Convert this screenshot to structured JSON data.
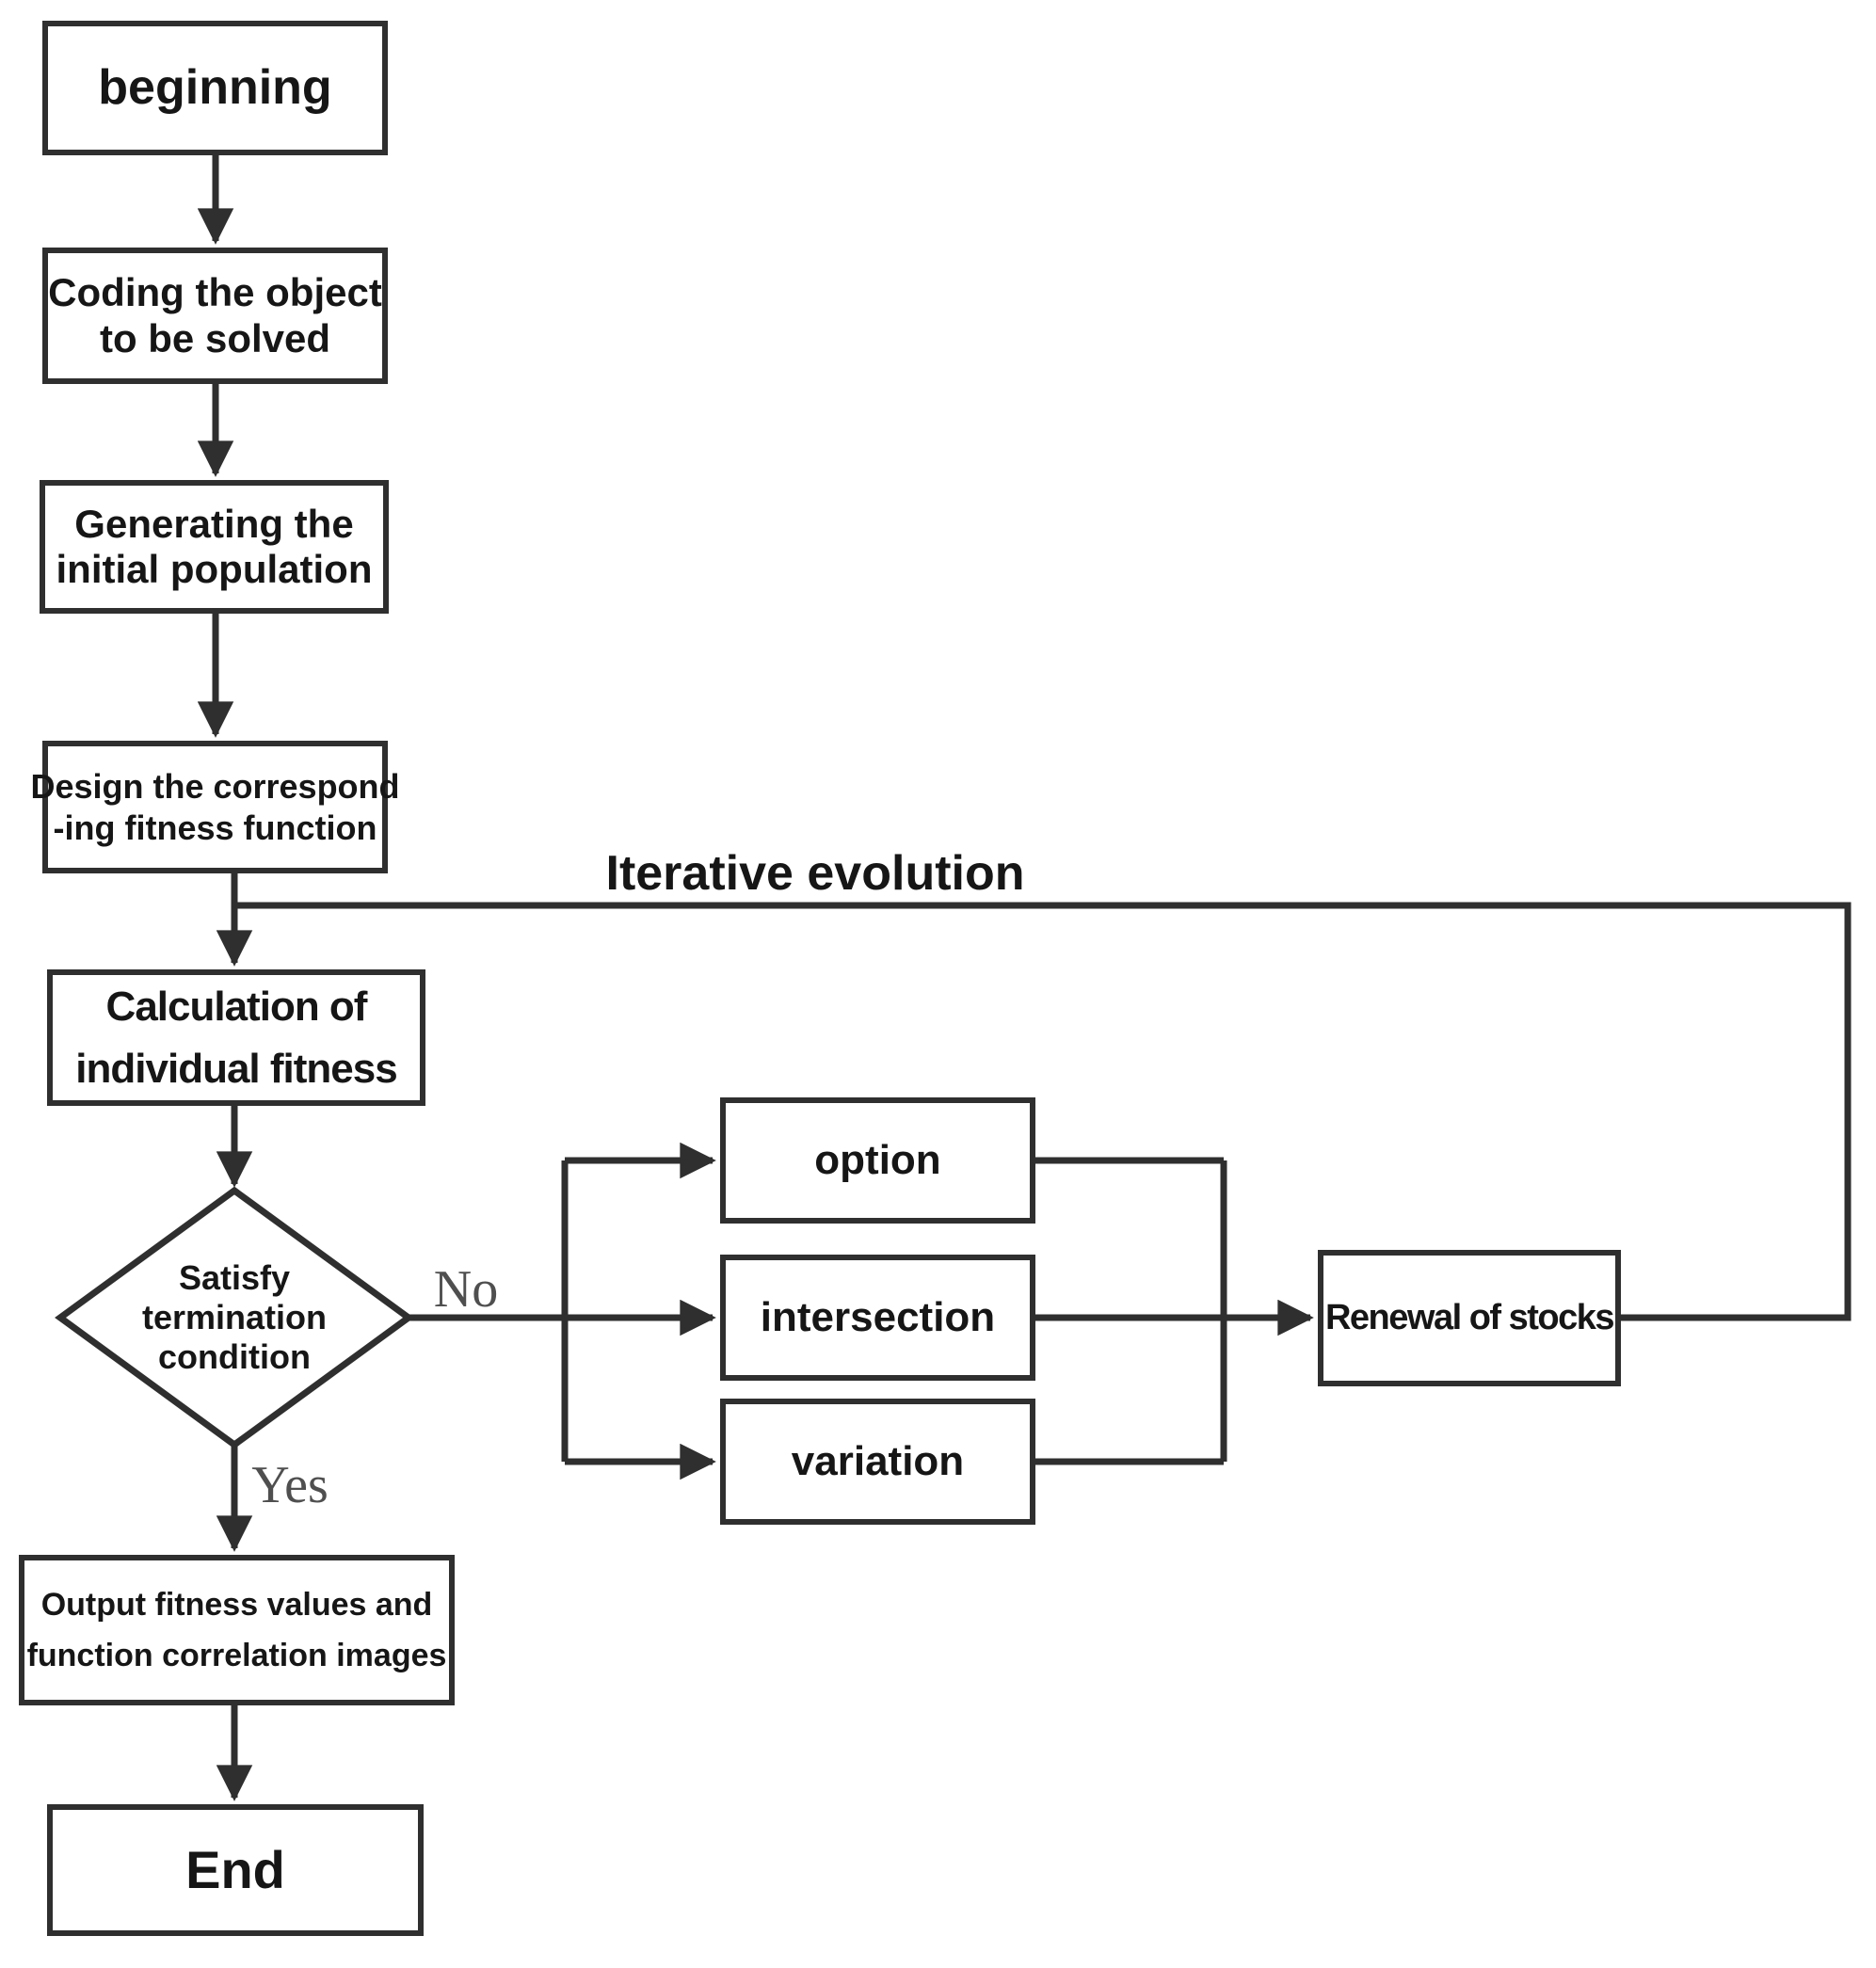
{
  "flowchart": {
    "loop_label": "Iterative evolution",
    "nodes": {
      "beginning": {
        "label": "beginning"
      },
      "coding": {
        "lines": [
          "Coding the object",
          "to be solved"
        ]
      },
      "generating": {
        "lines": [
          "Generating the",
          "initial population"
        ]
      },
      "design": {
        "lines": [
          "Design the correspond",
          "-ing fitness function"
        ]
      },
      "calculation": {
        "lines": [
          "Calculation of",
          "individual fitness"
        ]
      },
      "decision": {
        "lines": [
          "Satisfy",
          "termination",
          "condition"
        ]
      },
      "option": {
        "label": "option"
      },
      "intersection": {
        "label": "intersection"
      },
      "variation": {
        "label": "variation"
      },
      "renewal": {
        "label": "Renewal of stocks"
      },
      "output": {
        "lines": [
          "Output fitness values and",
          "function correlation images"
        ]
      },
      "end": {
        "label": "End"
      }
    },
    "branch_labels": {
      "no": "No",
      "yes": "Yes"
    },
    "colors": {
      "line": "#2f2f2f",
      "node_border": "#2f2f2f",
      "text": "#161616",
      "branch_label": "#4f4f4f",
      "background": "#ffffff"
    }
  }
}
